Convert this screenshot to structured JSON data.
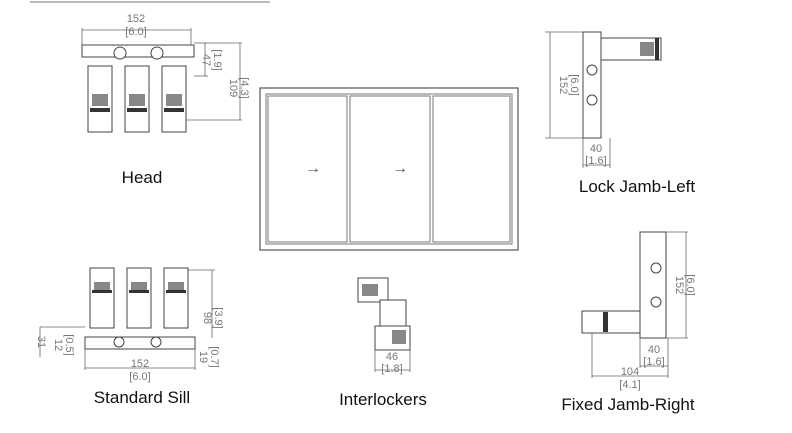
{
  "sections": {
    "head": {
      "label": "Head",
      "dims": {
        "width": "152",
        "width_in": "[6.0]",
        "h1": "47",
        "h1_in": "[1.9]",
        "h2": "109",
        "h2_in": "[4.3]"
      }
    },
    "lock_jamb_left": {
      "label": "Lock Jamb-Left",
      "dims": {
        "height": "152",
        "height_in": "[6.0]",
        "depth": "40",
        "depth_in": "[1.6]"
      }
    },
    "standard_sill": {
      "label": "Standard Sill",
      "dims": {
        "width": "152",
        "width_in": "[6.0]",
        "h": "98",
        "h_in": "[3.9]",
        "a": "31",
        "b": "12",
        "b_in": "[0.5]",
        "c": "19",
        "c_in": "[0.7]"
      }
    },
    "interlockers": {
      "label": "Interlockers",
      "dims": {
        "w": "46",
        "w_in": "[1.8]"
      }
    },
    "fixed_jamb_right": {
      "label": "Fixed Jamb-Right",
      "dims": {
        "height": "152",
        "height_in": "[6.0]",
        "depth": "40",
        "depth_in": "[1.6]",
        "w": "104",
        "w_in": "[4.1]"
      }
    },
    "elevation": {
      "arrows": [
        "→",
        "→"
      ]
    }
  }
}
